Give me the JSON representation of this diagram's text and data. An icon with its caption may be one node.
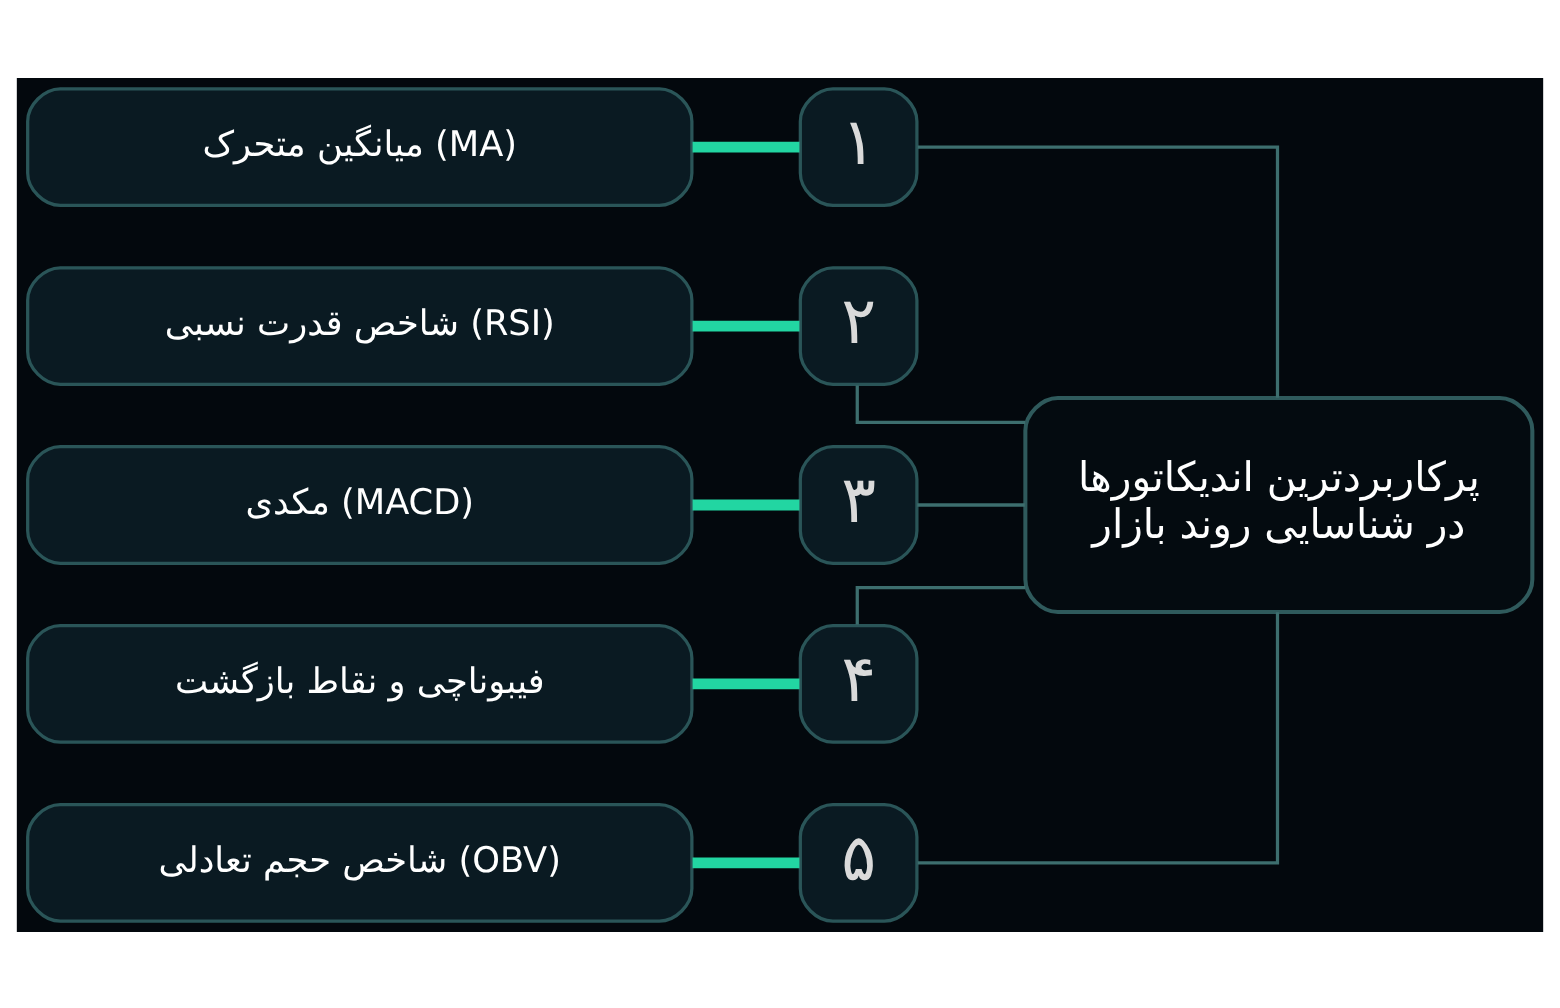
{
  "diagram": {
    "nodes": [
      {
        "text": [
          "پرکاربردترین اندیکاتورها در شناسایی روند بازار"
        ]
      },
      {
        "text": [
          "۱"
        ]
      },
      {
        "text": [
          "میانگین متحرک (MA)"
        ]
      },
      {
        "text": [
          "۲"
        ]
      },
      {
        "text": [
          "شاخص قدرت نسبی (RSI)"
        ]
      },
      {
        "text": [
          "۳"
        ]
      },
      {
        "text": [
          "مکدی (MACD)"
        ]
      },
      {
        "text": [
          "۴"
        ]
      },
      {
        "text": [
          "فیبوناچی و نقاط بازگشت"
        ]
      },
      {
        "text": [
          "۵"
        ]
      },
      {
        "text": [
          "شاخص حجم تعادلی (OBV)"
        ]
      }
    ],
    "edges": [
      {
        "from": 0,
        "to": 1,
        "arrow": "none"
      },
      {
        "from": 0,
        "to": 3,
        "arrow": "none"
      },
      {
        "from": 0,
        "to": 5,
        "arrow": "none"
      },
      {
        "from": 0,
        "to": 7,
        "arrow": "none"
      },
      {
        "from": 0,
        "to": 9,
        "arrow": "none"
      },
      {
        "from": 1,
        "to": 2,
        "arrow": "none",
        "style": "thick",
        "color": "#22d6a2"
      },
      {
        "from": 3,
        "to": 4,
        "arrow": "none",
        "style": "thick",
        "color": "#22d6a2"
      },
      {
        "from": 5,
        "to": 6,
        "arrow": "none",
        "style": "thick",
        "color": "#22d6a2"
      },
      {
        "from": 7,
        "to": 8,
        "arrow": "none",
        "style": "thick",
        "color": "#22d6a2"
      },
      {
        "from": 9,
        "to": 10,
        "arrow": "none",
        "style": "thick",
        "color": "#22d6a2"
      }
    ]
  }
}
